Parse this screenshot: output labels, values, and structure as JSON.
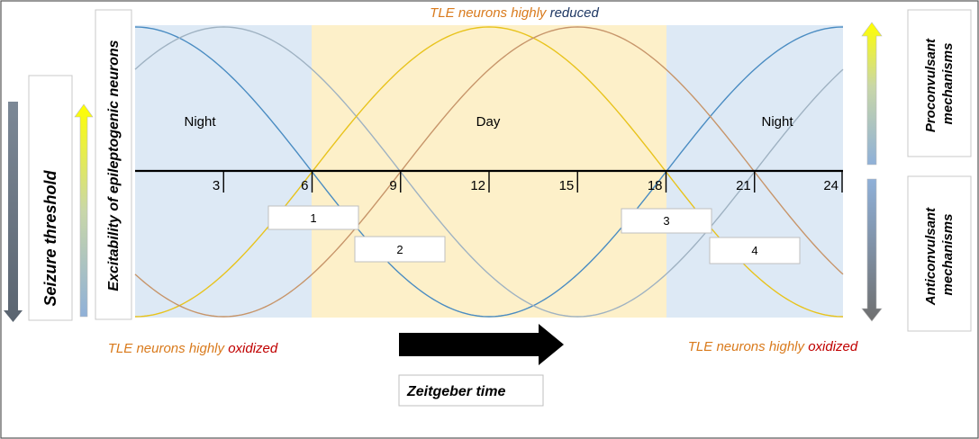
{
  "top_caption": {
    "prefix": "TLE neurons highly ",
    "emphasis": "reduced"
  },
  "bottom_caption_left": {
    "prefix": "TLE neurons  highly ",
    "emphasis": "oxidized"
  },
  "bottom_caption_right": {
    "prefix": "TLE neurons highly ",
    "emphasis": "oxidized"
  },
  "phases": {
    "night_left": "Night",
    "day": "Day",
    "night_right": "Night"
  },
  "axis": {
    "ticks": [
      "3",
      "6",
      "9",
      "12",
      "15",
      "18",
      "21",
      "24"
    ]
  },
  "boxes": {
    "b1": "1",
    "b2": "2",
    "b3": "3",
    "b4": "4"
  },
  "labels": {
    "seizure_threshold": "Seizure threshold",
    "excitability": "Excitability of epileptogenic neurons",
    "proconvulsant": "Proconvulsant mechanisms",
    "anticonvulsant": "Anticonvulsant mechanisms",
    "zeitgeber": "Zeitgeber time"
  },
  "colors": {
    "night_band": "#dde9f5",
    "day_band": "#fdf0c9",
    "blue_curve": "#4a8cc2",
    "gray_curve": "#9fb2c2",
    "yellow_curve": "#e8c31c",
    "orange_curve": "#c7956a",
    "caption_orange": "#d97a1c",
    "oxidized_red": "#c00000",
    "reduced_navy": "#1f3864"
  },
  "diagram_data": {
    "curves_period_hours": 24,
    "curves": [
      {
        "color": "blue_curve",
        "peak_hour": 0
      },
      {
        "color": "gray_curve",
        "peak_hour": 3
      },
      {
        "color": "yellow_curve",
        "peak_hour": 12
      },
      {
        "color": "orange_curve",
        "peak_hour": 15
      }
    ],
    "day_start_hour": 6,
    "day_end_hour": 18
  }
}
